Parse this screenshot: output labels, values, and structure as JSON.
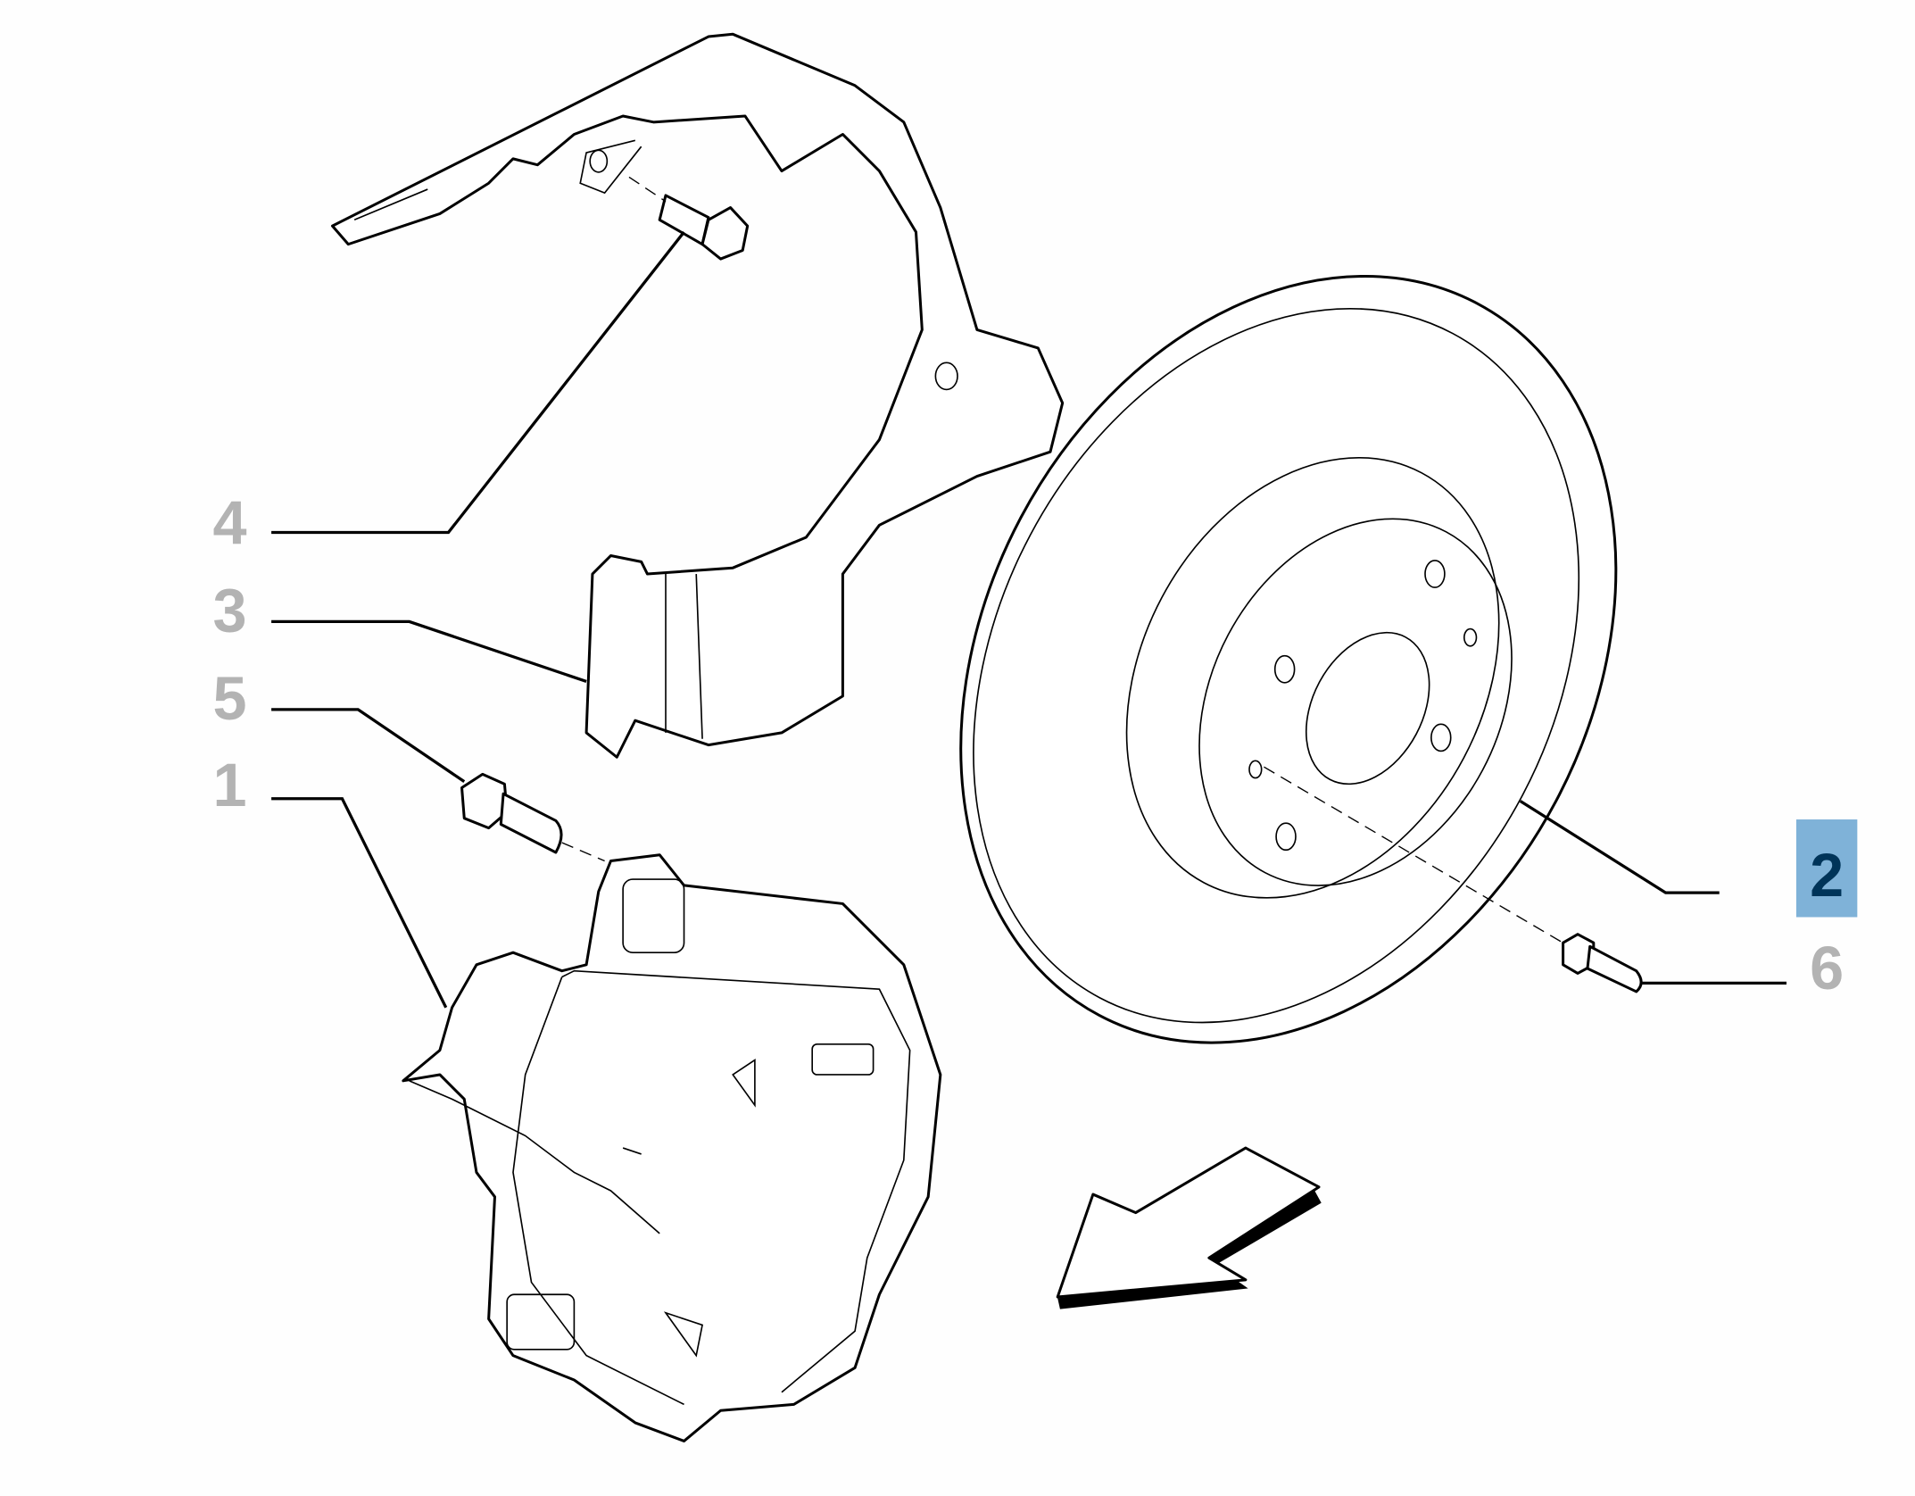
{
  "diagram": {
    "title_hidden": null,
    "callouts": [
      {
        "number": "4",
        "state": "normal"
      },
      {
        "number": "3",
        "state": "normal"
      },
      {
        "number": "5",
        "state": "normal"
      },
      {
        "number": "1",
        "state": "normal"
      },
      {
        "number": "2",
        "state": "selected"
      },
      {
        "number": "6",
        "state": "normal"
      }
    ],
    "colors": {
      "label_normal": "#b3b3b3",
      "label_selected_text": "#003459",
      "label_selected_bg": "#7fb2d8",
      "line": "#000000"
    }
  }
}
